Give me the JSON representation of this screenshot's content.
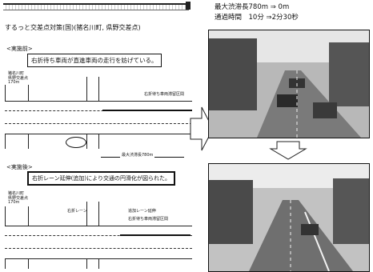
{
  "doc": {
    "title": "するっと交差点対策(国)(猪名川町, 県野交差点)",
    "stats": {
      "line1": "最大渋滞長780m ⇒ 0m",
      "line2": "通過時間　10分 ⇒2分30秒"
    },
    "before": {
      "heading": "<実施前>",
      "callout": "右折待ち車両が直進車両の走行を妨げている。",
      "side_label": "猪名川町\n県野交差点\n170m",
      "arrow_label": "最大渋滞長780m",
      "lane_label": "右折待ち車両滞留区間"
    },
    "after": {
      "heading": "<実施後>",
      "callout": "右折レーン延伸(追加)により交通の円滑化が図られた。",
      "side_label": "猪名川町\n県野交差点\n170m",
      "lane_label_1": "右折レーン",
      "lane_label_2": "追加レーン延伸",
      "lane_label_3": "右折待ち車両滞留区間"
    }
  },
  "icons": {
    "big_arrow_right": "arrow-right-icon",
    "big_arrow_down": "arrow-down-icon"
  }
}
